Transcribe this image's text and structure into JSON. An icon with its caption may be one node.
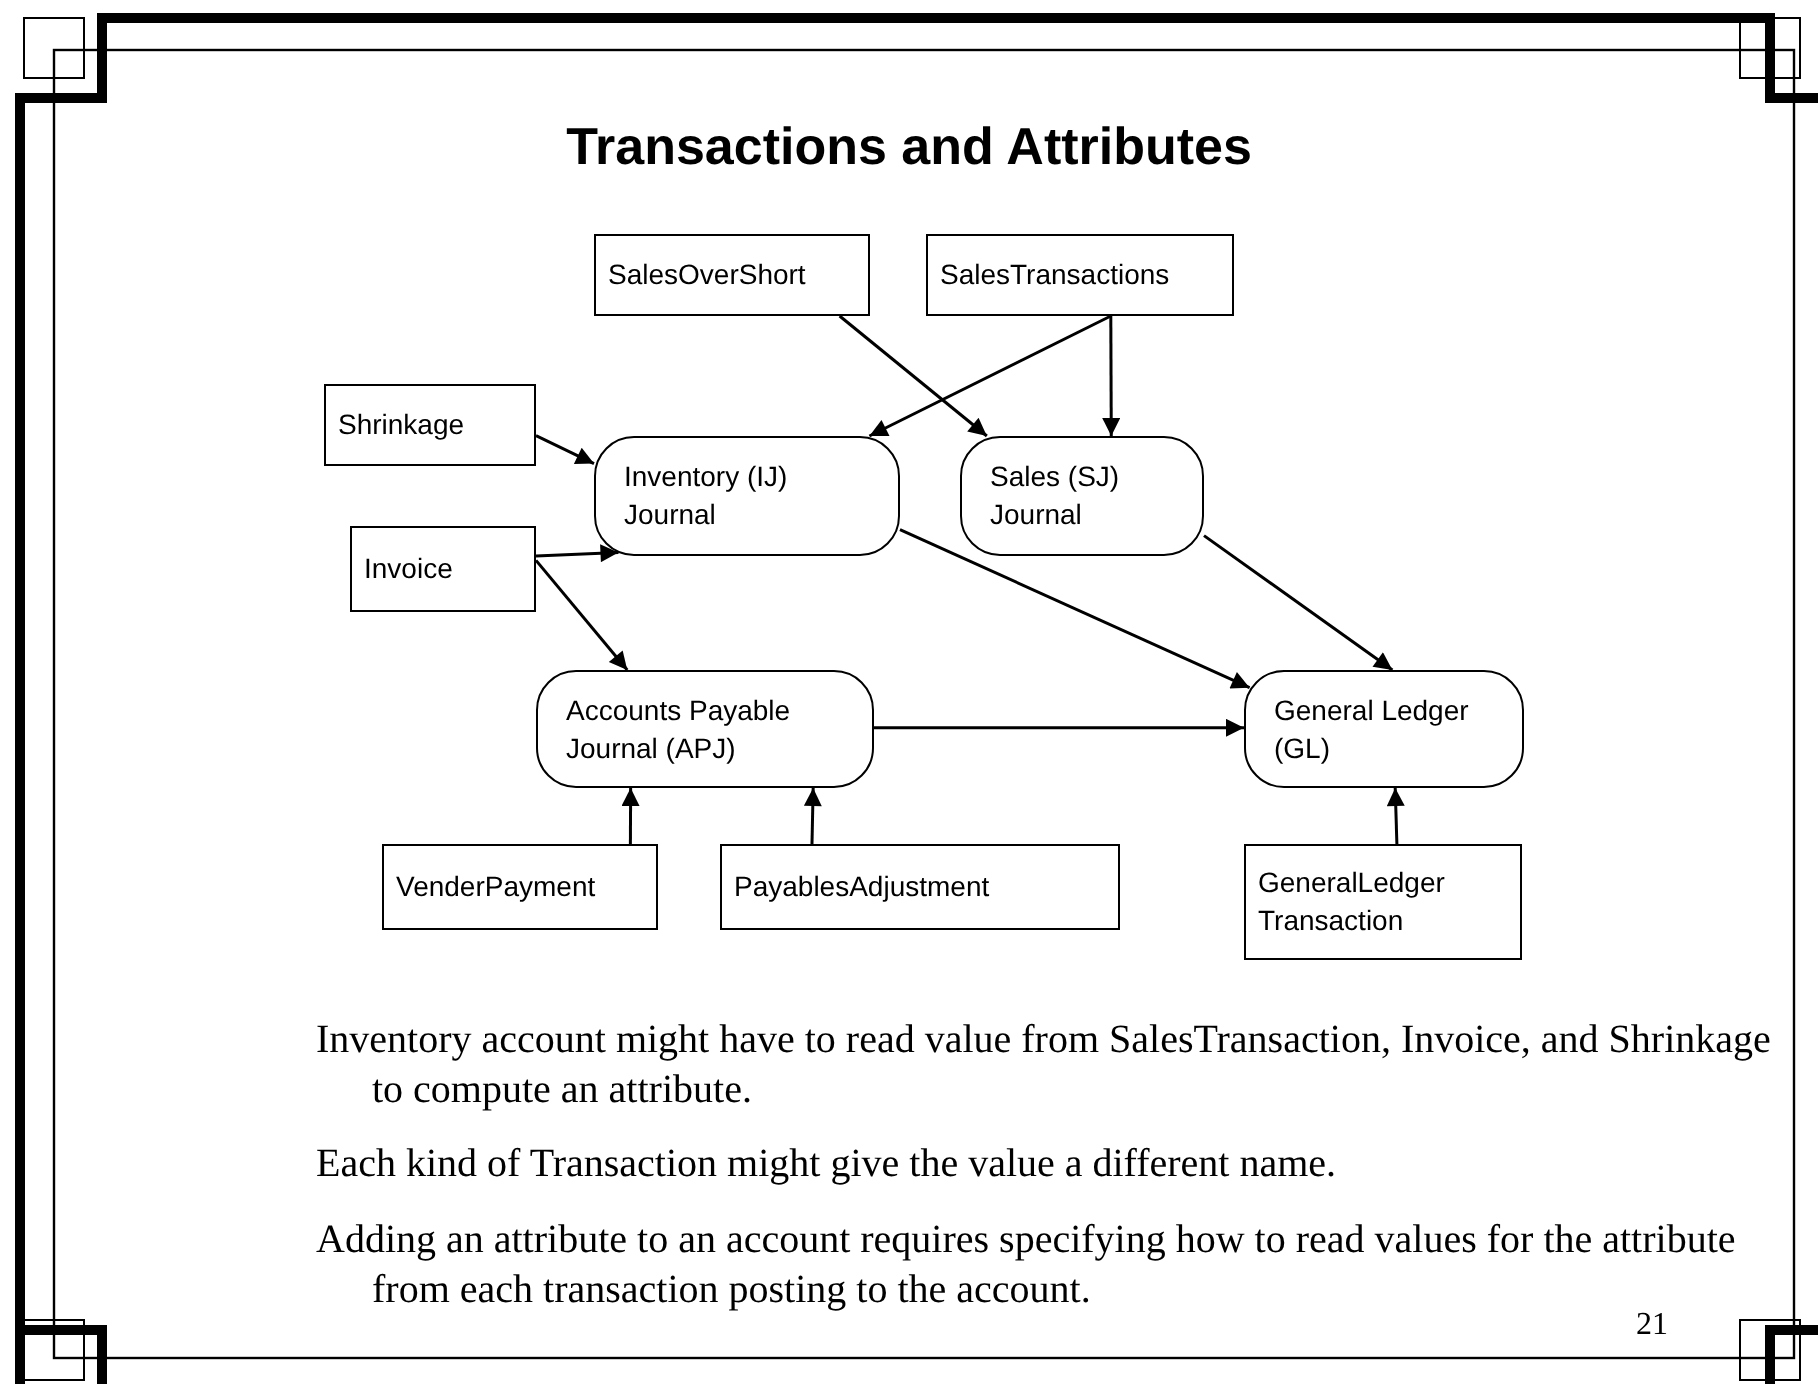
{
  "diagram": {
    "title": "Transactions and Attributes",
    "nodes": [
      {
        "text": [
          "SalesOverShort"
        ]
      },
      {
        "text": [
          "SalesTransactions"
        ]
      },
      {
        "text": [
          "Shrinkage"
        ]
      },
      {
        "text": [
          "Inventory (IJ) Journal"
        ]
      },
      {
        "text": [
          "Sales (SJ) Journal"
        ]
      },
      {
        "text": [
          "Invoice"
        ]
      },
      {
        "text": [
          "Accounts Payable Journal (APJ)"
        ]
      },
      {
        "text": [
          "General Ledger (GL)"
        ]
      },
      {
        "text": [
          "VenderPayment"
        ]
      },
      {
        "text": [
          "PayablesAdjustment"
        ]
      },
      {
        "text": [
          "GeneralLedger Transaction"
        ]
      }
    ],
    "edges": [
      {
        "from": 0,
        "to": 4,
        "arrow": "to"
      },
      {
        "from": 1,
        "to": 3,
        "arrow": "to"
      },
      {
        "from": 1,
        "to": 4,
        "arrow": "to"
      },
      {
        "from": 2,
        "to": 3,
        "arrow": "to"
      },
      {
        "from": 5,
        "to": 3,
        "arrow": "to"
      },
      {
        "from": 5,
        "to": 6,
        "arrow": "to"
      },
      {
        "from": 3,
        "to": 7,
        "arrow": "to"
      },
      {
        "from": 4,
        "to": 7,
        "arrow": "to"
      },
      {
        "from": 6,
        "to": 7,
        "arrow": "to"
      },
      {
        "from": 8,
        "to": 6,
        "arrow": "to"
      },
      {
        "from": 9,
        "to": 6,
        "arrow": "to"
      },
      {
        "from": 10,
        "to": 7,
        "arrow": "to"
      }
    ],
    "labels": [
      "Inventory account might have to read value from SalesTransaction, Invoice, and Shrinkage to compute an attribute.",
      "Each kind of Transaction might give the value a different name.",
      "Adding an attribute to an account requires specifying how to read values for the attribute from each transaction posting to the account.",
      "21"
    ]
  }
}
